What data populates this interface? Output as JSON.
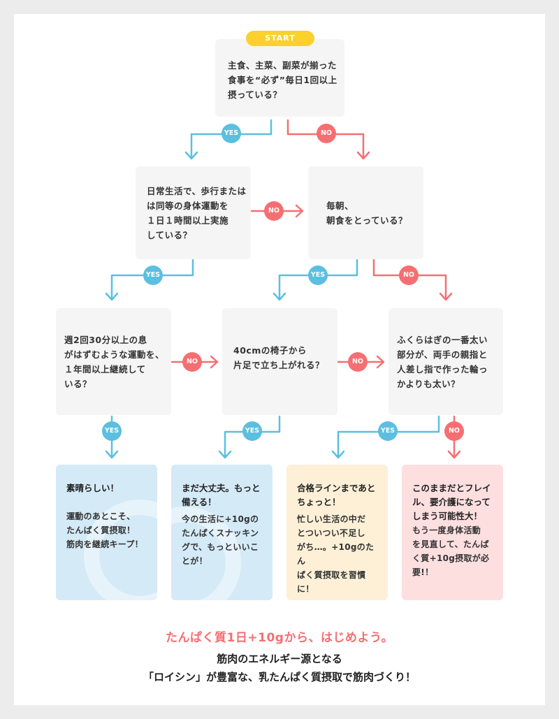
{
  "start_label": "START",
  "yes_label": "YES",
  "no_label": "NO",
  "colors": {
    "yes": "#5bbfe0",
    "no": "#f56f72",
    "start": "#fbd02f"
  },
  "questions": {
    "q1": "主食、主菜、副菜が揃った\n食事を“必ず”毎日1回以上\n摂っている？",
    "q2": "日常生活で、歩行または\nは同等の身体運動を\n１日１時間以上実施\nしている？",
    "q3": "毎朝、\n朝食をとっている？",
    "q4": "週2回30分以上の息\nがはずむような運動を、\n１年間以上継続して\nいる？",
    "q5": "40cmの椅子から\n片足で立ち上がれる？",
    "q6": "ふくらはぎの一番太い\n部分が、両手の親指と\n人差し指で作った輪っ\nかよりも太い？"
  },
  "results": [
    {
      "title": "素晴らしい！",
      "body": "運動のあとこそ、\nたんぱく質摂取！\n筋肉を継続キープ！"
    },
    {
      "title": "まだ大丈夫。もっと\n備える！",
      "body": "今の生活に+10gの\nたんぱくスナッキン\nグで、もっといいこ\nとが！"
    },
    {
      "title": "合格ラインまであと\nちょっと！",
      "body": "忙しい生活の中だ\nとついつい不足し\nがち…。+10gのたん\nぱく質摂取を習慣\nに！"
    },
    {
      "title": "このままだとフレイ\nル、要介護になって\nしまう可能性大！",
      "body": "もう一度身体活動\nを見直して、たんぱ\nく質+10g摂取が必\n要!！"
    }
  ],
  "footer": {
    "headline": "たんぱく質1日+10gから、はじめよう。",
    "line1": "筋肉のエネルギー源となる",
    "line2": "「ロイシン」が豊富な、乳たんぱく質摂取で筋肉づくり！"
  }
}
